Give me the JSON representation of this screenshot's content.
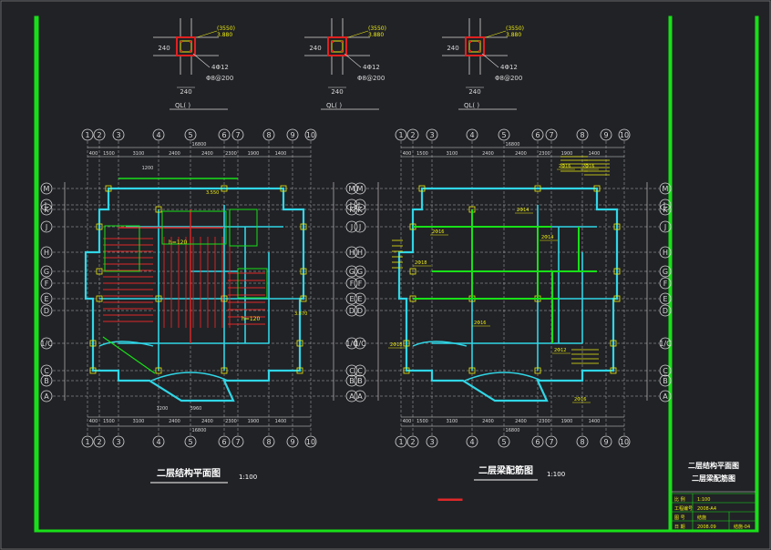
{
  "colors": {
    "background": "#212226",
    "frame_green": "#18e018",
    "grid_white": "#d8d8d8",
    "wall_cyan": "#30d6e6",
    "beam_red": "#e02828",
    "annotation_yellow": "#ecec10",
    "column_red": "#e02020",
    "title_white": "#ffffff"
  },
  "sections": [
    {
      "bars": "4Φ12",
      "stirrups": "Φ8@200",
      "width": "240",
      "height": "240",
      "elev1": "(3550)",
      "elev2": "3.880",
      "label": "QL(    )"
    },
    {
      "bars": "4Φ12",
      "stirrups": "Φ8@200",
      "width": "240",
      "height": "240",
      "elev1": "(3550)",
      "elev2": "3.880",
      "label": "QL(    )"
    },
    {
      "bars": "4Φ12",
      "stirrups": "Φ8@200",
      "width": "240",
      "height": "240",
      "elev1": "(3550)",
      "elev2": "3.880",
      "label": "QL(    )"
    }
  ],
  "axes": {
    "numbers": [
      "1",
      "2",
      "3",
      "4",
      "5",
      "6",
      "7",
      "8",
      "9",
      "10"
    ],
    "letters": [
      "M",
      "L",
      "K",
      "J",
      "H",
      "G",
      "F",
      "E",
      "D",
      "1/C",
      "C",
      "B",
      "A"
    ]
  },
  "left_plan": {
    "title": "二层结构平面图",
    "scale": "1:100",
    "total_width": "16800",
    "dims_top": [
      "400",
      "1500",
      "3100",
      "2400",
      "2400",
      "2300",
      "1900",
      "1400"
    ],
    "dims_bottom": [
      "400",
      "1500",
      "3100",
      "2400",
      "2400",
      "2300",
      "1900",
      "1400"
    ],
    "notes": [
      "h=120",
      "h=120",
      "3.550",
      "3.870",
      "1200",
      "1200",
      "3960"
    ]
  },
  "right_plan": {
    "title": "二层梁配筋图",
    "scale": "1:100",
    "total_width": "16800",
    "dims_top": [
      "400",
      "1500",
      "3100",
      "2400",
      "2400",
      "2300",
      "1900",
      "1400"
    ],
    "dims_bottom": [
      "400",
      "1500",
      "3100",
      "2400",
      "2400",
      "2300",
      "1900",
      "1400"
    ],
    "beam_labels": [
      "2Φ16",
      "2Φ14",
      "2Φ16",
      "2Φ16",
      "2Φ18",
      "2Φ14",
      "2Φ16",
      "2Φ12",
      "2Φ16",
      "2Φ18"
    ]
  },
  "title_block": {
    "drawing_title_1": "二层结构平面图",
    "drawing_title_2": "二层梁配筋图",
    "rows": [
      {
        "label": "比 例",
        "value": "1:100"
      },
      {
        "label": "工程编号",
        "value": "2008-A4"
      },
      {
        "label": "图 号",
        "value": "结施",
        "extra": ""
      },
      {
        "label": "日 期",
        "value": "2008.09",
        "extra": "结施-04"
      }
    ]
  }
}
